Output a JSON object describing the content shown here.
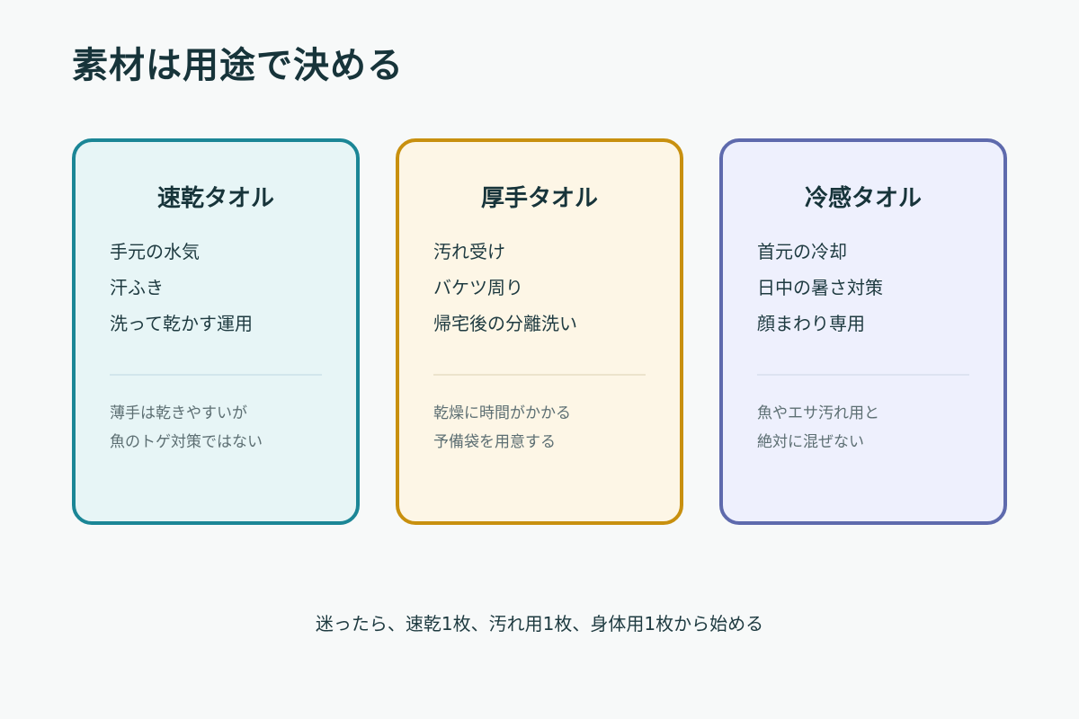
{
  "page": {
    "title": "素材は用途で決める",
    "footer": "迷ったら、速乾1枚、汚れ用1枚、身体用1枚から始める"
  },
  "cards": [
    {
      "title": "速乾タオル",
      "items": [
        "手元の水気",
        "汗ふき",
        "洗って乾かす運用"
      ],
      "note": [
        "薄手は乾きやすいが",
        "魚のトゲ対策ではない"
      ],
      "colors": {
        "border": "#1b8696",
        "background": "#e7f5f6",
        "divider": "#d2e6ec"
      }
    },
    {
      "title": "厚手タオル",
      "items": [
        "汚れ受け",
        "バケツ周り",
        "帰宅後の分離洗い"
      ],
      "note": [
        "乾燥に時間がかかる",
        "予備袋を用意する"
      ],
      "colors": {
        "border": "#c8900f",
        "background": "#fdf6e6",
        "divider": "#ece3cc"
      }
    },
    {
      "title": "冷感タオル",
      "items": [
        "首元の冷却",
        "日中の暑さ対策",
        "顔まわり専用"
      ],
      "note": [
        "魚やエサ汚れ用と",
        "絶対に混ぜない"
      ],
      "colors": {
        "border": "#5e6aad",
        "background": "#eef0fd",
        "divider": "#dde3f1"
      }
    }
  ]
}
